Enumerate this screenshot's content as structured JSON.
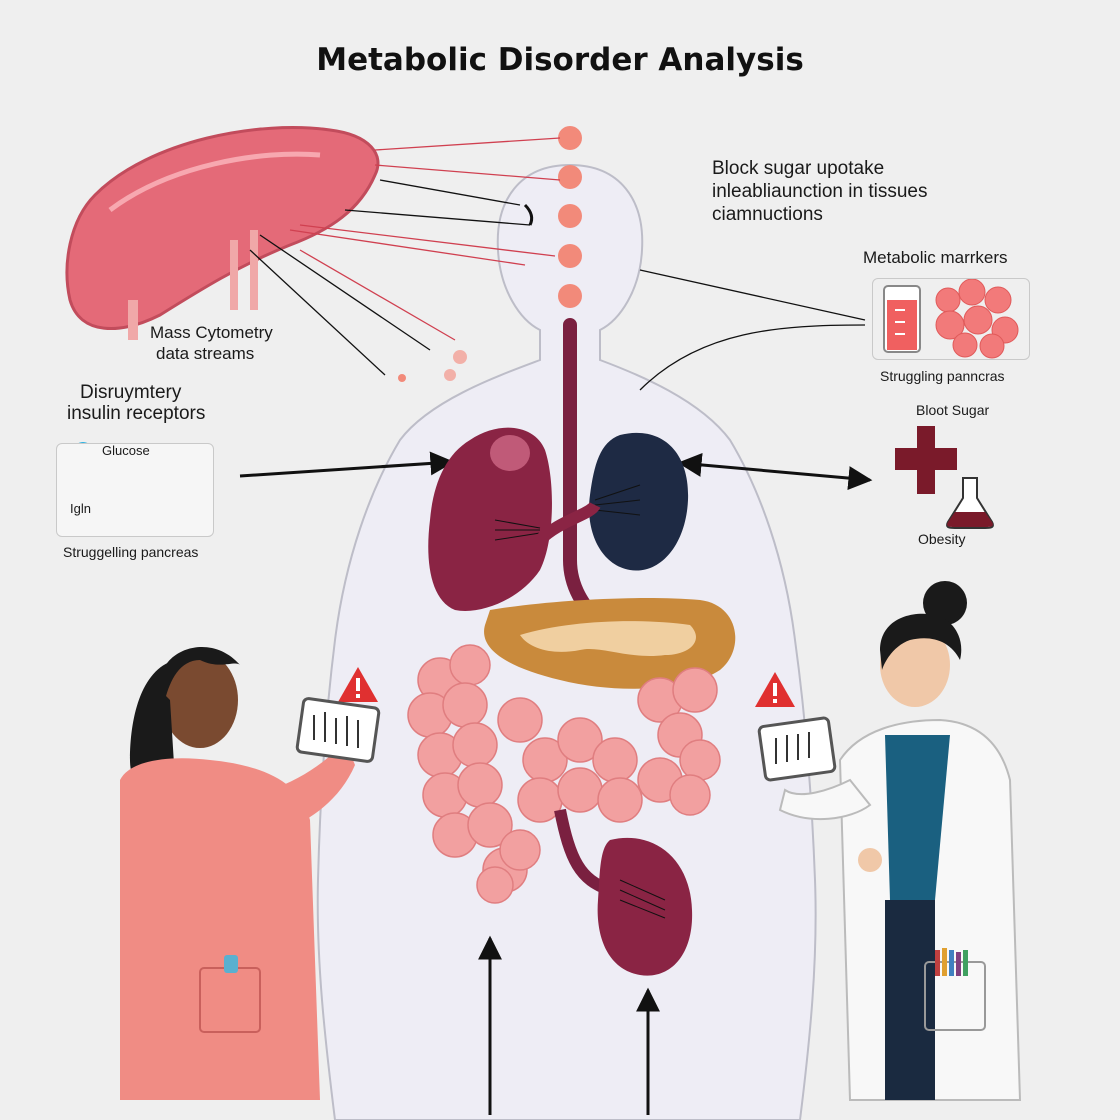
{
  "title": "Metabolic Disorder Analysis",
  "labels": {
    "block_line1": "Block sugar upotake",
    "block_line2": "inleabliaunction in tissues",
    "block_line3": "ciamnuctions",
    "metabolic_markers": "Metabolic marrkers",
    "struggling_pancreas_right": "Struggling panncras",
    "blood_sugar": "Bloot Sugar",
    "obesity": "Obesity",
    "mass_cytometry_line1": "Mass Cytometry",
    "mass_cytometry_line2": "data streams",
    "disrupted_line1": "Disruymtery",
    "disrupted_line2": "insulin receptors",
    "glucose": "Glucose",
    "insulin": "Igln",
    "struggling_pancreas_left": "Struggelling pancreas"
  },
  "icons": {
    "warning_left": "warning-icon",
    "warning_right": "warning-icon",
    "cross": "medical-cross-icon",
    "flask": "flask-icon",
    "beaker": "beaker-icon",
    "close": "close-icon"
  },
  "colors": {
    "background": "#efefef",
    "liver": "#8a2444",
    "kidney": "#1e2a44",
    "pancreas": "#c98a3c",
    "intestine": "#f2a0a0",
    "coat_pink": "#f08c84",
    "warning": "#e03030"
  }
}
